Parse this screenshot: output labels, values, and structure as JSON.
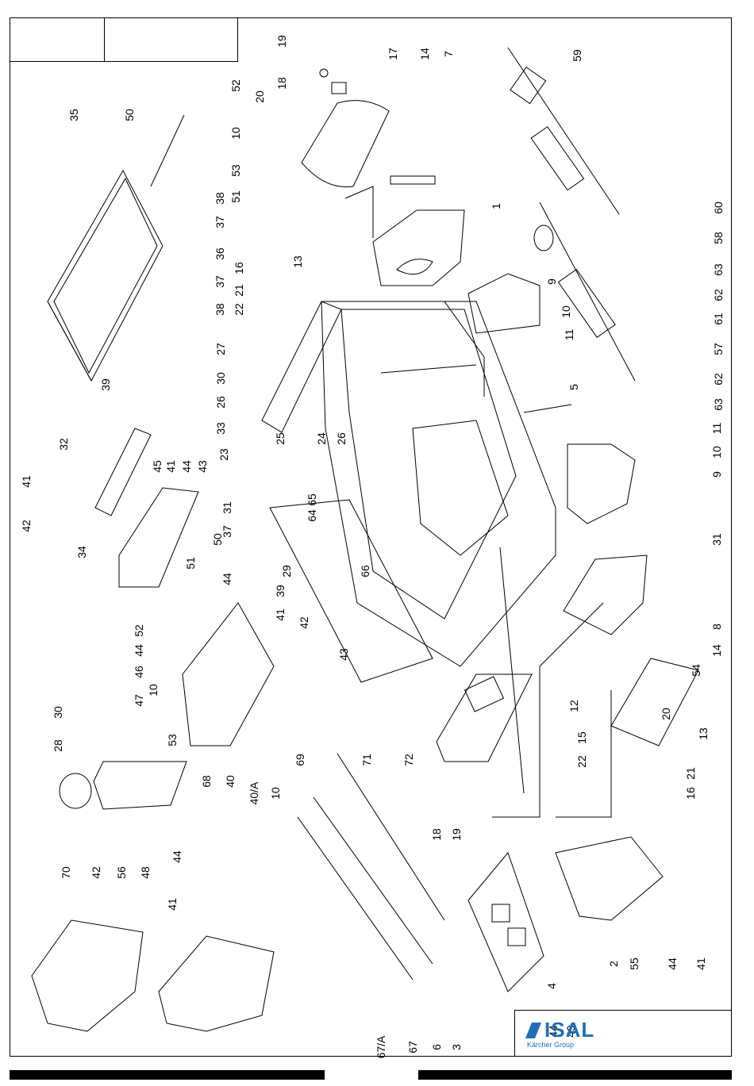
{
  "brand": {
    "name": "ISAL",
    "subtitle": "Kärcher Group",
    "color": "#1f6fb3"
  },
  "callouts": [
    "19",
    "18",
    "20",
    "17",
    "14",
    "7",
    "59",
    "35",
    "50",
    "52",
    "10",
    "53",
    "51",
    "38",
    "37",
    "36",
    "37",
    "38",
    "39",
    "16",
    "21",
    "22",
    "13",
    "1",
    "9",
    "10",
    "11",
    "60",
    "58",
    "63",
    "62",
    "61",
    "57",
    "62",
    "63",
    "27",
    "30",
    "26",
    "33",
    "32",
    "41",
    "42",
    "34",
    "45",
    "41",
    "44",
    "43",
    "23",
    "25",
    "24",
    "26",
    "5",
    "11",
    "10",
    "9",
    "31",
    "37",
    "65",
    "64",
    "66",
    "29",
    "44",
    "39",
    "41",
    "42",
    "43",
    "50",
    "51",
    "52",
    "44",
    "46",
    "47",
    "10",
    "53",
    "68",
    "40",
    "40/A",
    "10",
    "69",
    "71",
    "72",
    "31",
    "8",
    "14",
    "12",
    "54",
    "15",
    "22",
    "21",
    "16",
    "20",
    "13",
    "18",
    "19",
    "30",
    "28",
    "70",
    "42",
    "56",
    "48",
    "41",
    "44",
    "67/A",
    "67",
    "6",
    "3",
    "4",
    "2",
    "55",
    "44",
    "41",
    "44",
    "49"
  ]
}
